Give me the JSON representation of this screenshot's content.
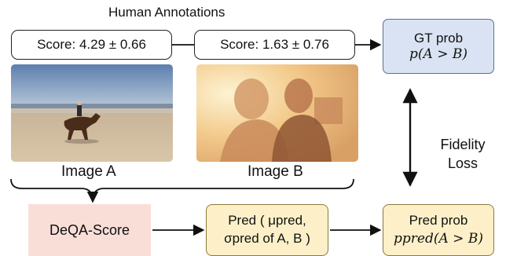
{
  "header": {
    "title": "Human Annotations"
  },
  "scores": {
    "a": "Score: 4.29 ± 0.66",
    "b": "Score: 1.63 ± 0.76"
  },
  "gt_box": {
    "line1": "GT prob",
    "line2": "p(A > B)"
  },
  "images": {
    "a_label": "Image A",
    "b_label": "Image B"
  },
  "fidelity": {
    "line1": "Fidelity",
    "line2": "Loss"
  },
  "deqa": {
    "label": "DeQA-Score"
  },
  "pred_box": {
    "line1": "Pred ( μpred,",
    "line2": "σpred of A, B )"
  },
  "pred_prob_box": {
    "line1": "Pred prob",
    "line2": "ppred(A > B)"
  }
}
